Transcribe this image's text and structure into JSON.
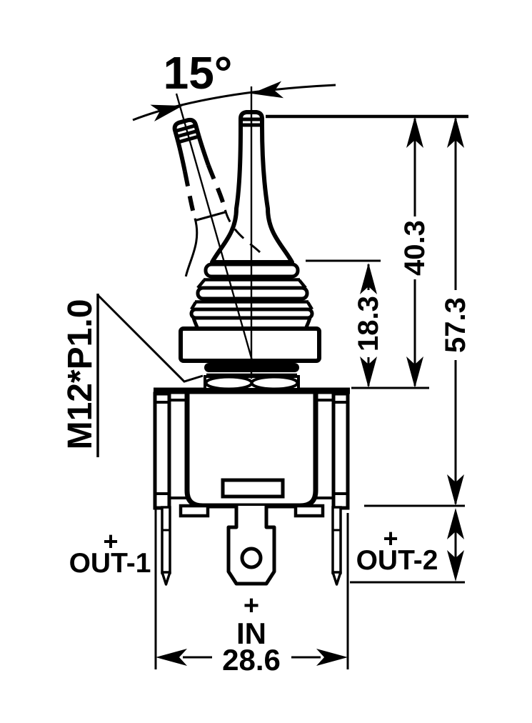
{
  "drawing": {
    "title": "toggle-switch-dimension-drawing",
    "angle_label": "15°",
    "thread_label": "M12*P1.0",
    "dim_lever_height": "40.3",
    "dim_total_height": "57.3",
    "dim_boot_height": "18.3",
    "dim_body_width": "28.6",
    "terminal_out1": "OUT-1",
    "terminal_out1_polarity": "+",
    "terminal_out2": "OUT-2",
    "terminal_out2_polarity": "+",
    "terminal_in": "IN",
    "terminal_in_polarity": "+",
    "colors": {
      "line": "#000000",
      "background": "#ffffff"
    }
  }
}
